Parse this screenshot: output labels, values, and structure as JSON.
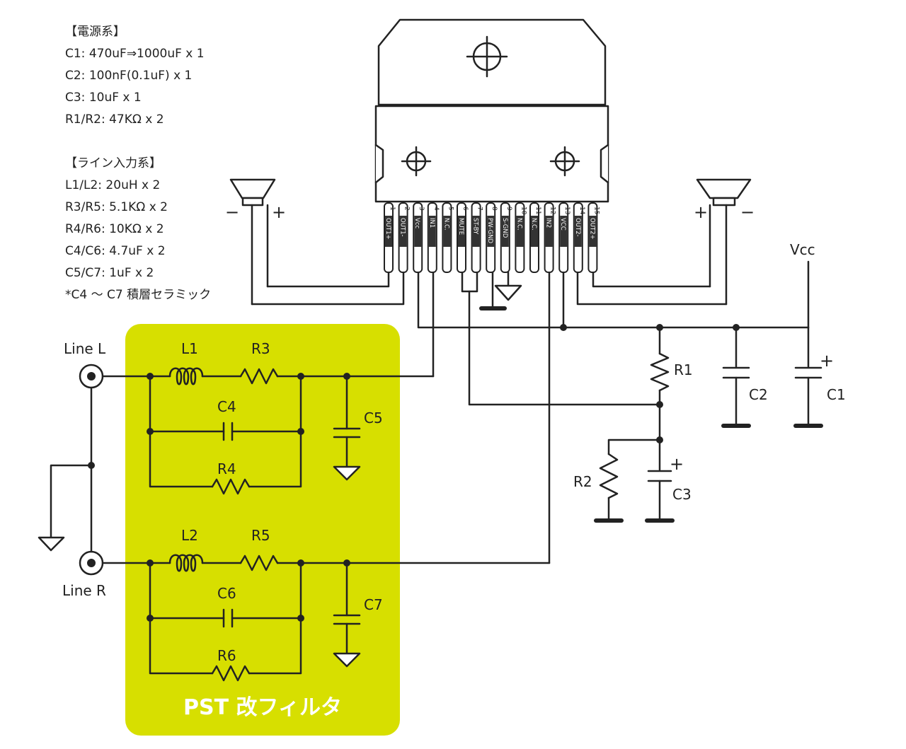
{
  "parts_list": {
    "power": {
      "heading": "【電源系】",
      "items": [
        "C1: 470uF⇒1000uF x 1",
        "C2: 100nF(0.1uF) x 1",
        "C3: 10uF x 1",
        "R1/R2: 47KΩ x 2"
      ]
    },
    "line": {
      "heading": "【ライン入力系】",
      "items": [
        "L1/L2: 20uH x 2",
        "R3/R5: 5.1KΩ x 2",
        "R4/R6: 10KΩ x 2",
        "C4/C6: 4.7uF x 2",
        "C5/C7: 1uF x 2",
        "*C4 ～ C7 積層セラミック"
      ]
    }
  },
  "ic": {
    "pin_numbers": [
      "1",
      "2",
      "3",
      "4",
      "5",
      "6",
      "7",
      "8",
      "9",
      "10",
      "11",
      "12",
      "13",
      "14",
      "15"
    ],
    "pin_names": [
      "OUT1+",
      "OUT1-",
      "Vcc",
      "IN1",
      "N.C.",
      "MUTE",
      "ST-BY",
      "PW-GND",
      "S-GND",
      "N.C.",
      "N.C.",
      "IN2",
      "VCC",
      "OUT2-",
      "OUT2+"
    ]
  },
  "labels": {
    "vcc": "Vcc",
    "line_l": "Line L",
    "line_r": "Line R",
    "L1": "L1",
    "R3": "R3",
    "C4": "C4",
    "R4": "R4",
    "C5": "C5",
    "L2": "L2",
    "R5": "R5",
    "C6": "C6",
    "R6": "R6",
    "C7": "C7",
    "R1": "R1",
    "R2": "R2",
    "C1": "C1",
    "C2": "C2",
    "C3": "C3",
    "plus": "+",
    "minus": "−"
  },
  "filter_box": {
    "title": "PST 改フィルタ",
    "color": "#d7df00"
  },
  "colors": {
    "wire": "#222222",
    "filter_bg": "#d7df00",
    "text": "#222222"
  }
}
